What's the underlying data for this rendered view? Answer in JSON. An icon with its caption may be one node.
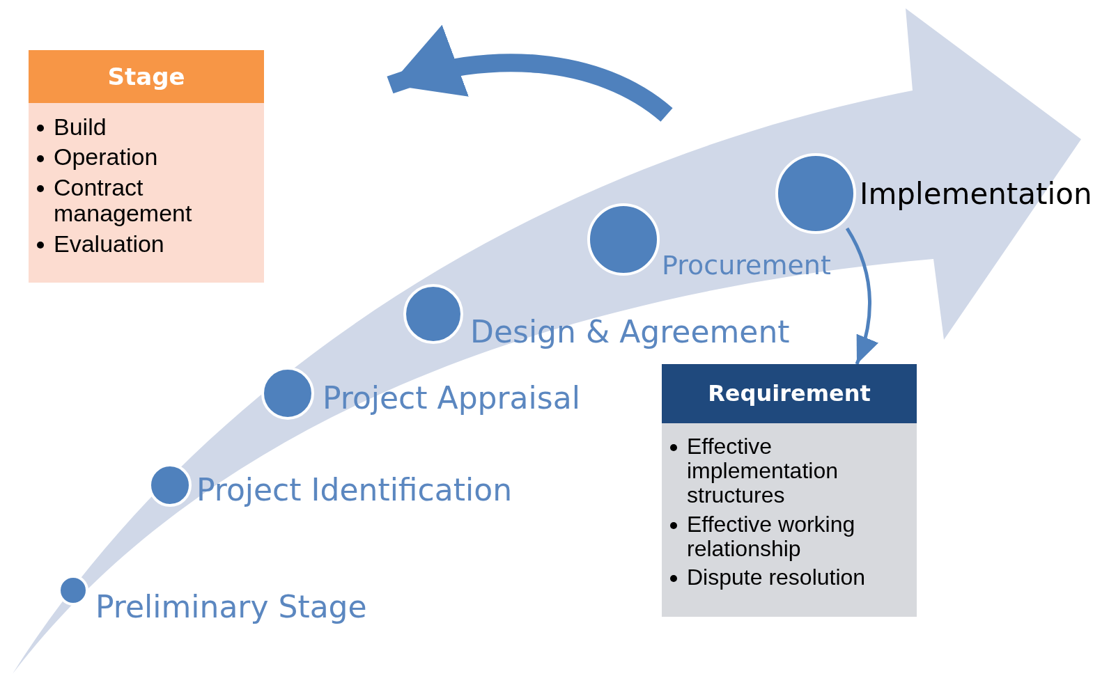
{
  "diagram": {
    "nodes": [
      {
        "text": [
          "Stage",
          "Build",
          "Operation",
          "Contract management",
          "Evaluation"
        ]
      },
      {
        "text": [],
        "shape": "circle",
        "beside": [
          "Preliminary Stage"
        ]
      },
      {
        "text": [],
        "shape": "circle",
        "beside": [
          "Project Identification"
        ]
      },
      {
        "text": [],
        "shape": "circle",
        "beside": [
          "Project Appraisal"
        ]
      },
      {
        "text": [],
        "shape": "circle",
        "beside": [
          "Design & Agreement"
        ]
      },
      {
        "text": [],
        "shape": "circle",
        "beside": [
          "Procurement"
        ]
      },
      {
        "text": [],
        "shape": "circle",
        "beside": [
          "Implementation"
        ]
      },
      {
        "text": [
          "Requirement",
          "Effective implementation structures",
          "Effective working relationship",
          "Dispute resolution"
        ]
      }
    ],
    "edges": [
      {
        "from": null,
        "to": 0,
        "arrow": "to",
        "style": "thick"
      },
      {
        "from": 6,
        "to": 7,
        "arrow": "to"
      }
    ]
  }
}
